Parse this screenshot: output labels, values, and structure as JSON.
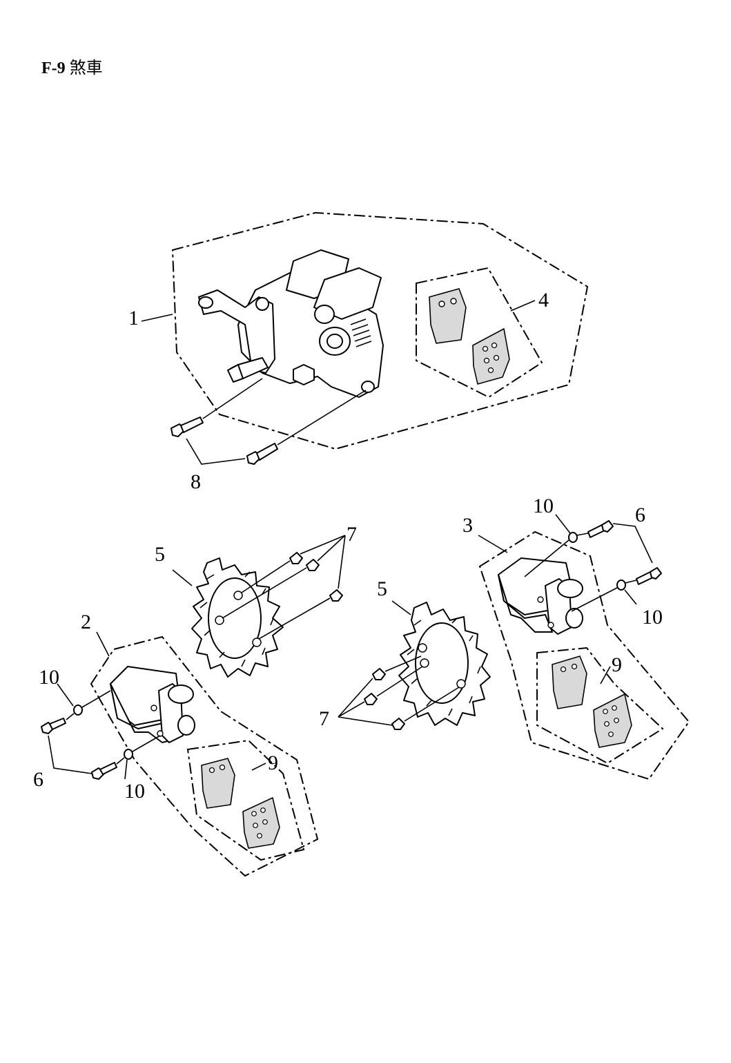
{
  "header": {
    "code": "F-9",
    "title": "煞車"
  },
  "callouts": {
    "c1": "1",
    "c2": "2",
    "c3": "3",
    "c4": "4",
    "c5a": "5",
    "c5b": "5",
    "c6a": "6",
    "c6b": "6",
    "c7a": "7",
    "c7b": "7",
    "c8": "8",
    "c9a": "9",
    "c9b": "9",
    "c10a": "10",
    "c10b": "10",
    "c10c": "10",
    "c10d": "10"
  }
}
